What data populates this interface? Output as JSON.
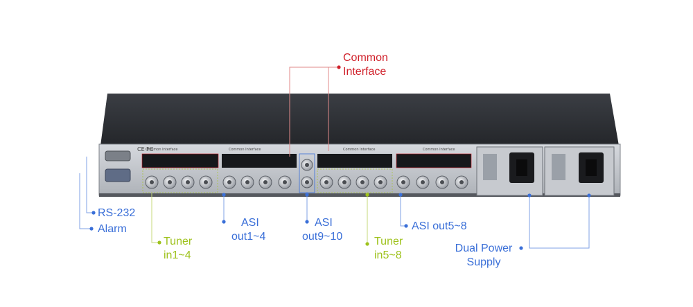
{
  "colors": {
    "common_interface": "#d0202a",
    "output_label": "#3a6fd8",
    "tuner_label": "#9ec21c",
    "chassis_top": "#2e3035",
    "panel": "#c9ccd1"
  },
  "callouts": {
    "common_interface": [
      "Common",
      "Interface"
    ],
    "rs232": "RS-232",
    "alarm": "Alarm",
    "tuner_in_1_4": [
      "Tuner",
      "in1~4"
    ],
    "asi_out_1_4": [
      "ASI",
      "out1~4"
    ],
    "asi_out_9_10": [
      "ASI",
      "out9~10"
    ],
    "tuner_in_5_8": [
      "Tuner",
      "in5~8"
    ],
    "asi_out_5_8": "ASI out5~8",
    "dual_power": [
      "Dual Power",
      "Supply"
    ]
  },
  "panel_print": {
    "ci_slot_labels": [
      "Common Interface",
      "Common Interface",
      "Common Interface",
      "Common Interface"
    ]
  }
}
